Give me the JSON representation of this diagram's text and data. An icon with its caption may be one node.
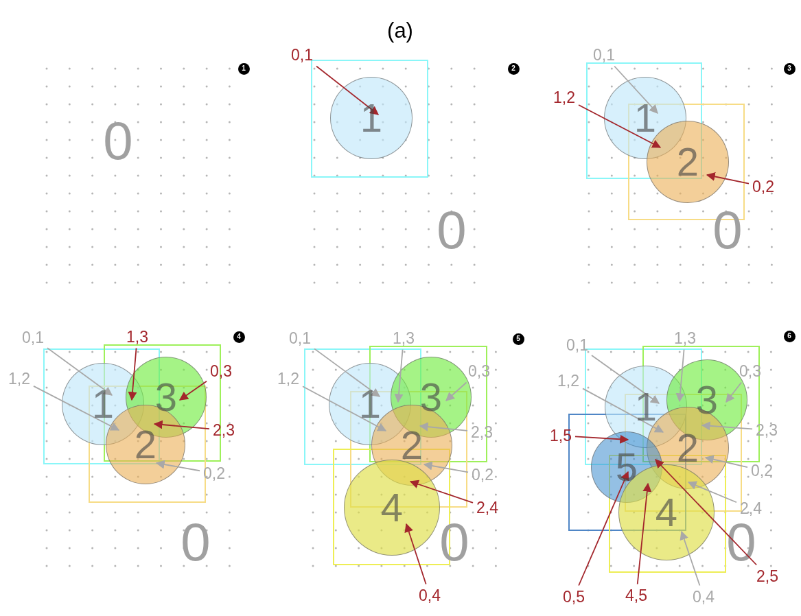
{
  "diagram": {
    "title": "(a)",
    "nodes": [
      {
        "text": [
          "1"
        ]
      },
      {
        "text": [
          "2"
        ]
      },
      {
        "text": [
          "1"
        ]
      },
      {
        "text": [
          "0,1"
        ]
      },
      {
        "text": [
          "3"
        ]
      },
      {
        "text": [
          "1"
        ]
      },
      {
        "text": [
          "2"
        ]
      },
      {
        "text": [
          "0,1"
        ]
      },
      {
        "text": [
          "1,2"
        ]
      },
      {
        "text": [
          "0,2"
        ]
      },
      {
        "text": [
          "4"
        ]
      },
      {
        "text": [
          "1"
        ]
      },
      {
        "text": [
          "3"
        ]
      },
      {
        "text": [
          "2"
        ]
      },
      {
        "text": [
          "0,1"
        ]
      },
      {
        "text": [
          "1,2"
        ]
      },
      {
        "text": [
          "1,3"
        ]
      },
      {
        "text": [
          "0,3"
        ]
      },
      {
        "text": [
          "2,3"
        ]
      },
      {
        "text": [
          "0,2"
        ]
      },
      {
        "text": [
          "5"
        ]
      },
      {
        "text": [
          "1"
        ]
      },
      {
        "text": [
          "3"
        ]
      },
      {
        "text": [
          "2"
        ]
      },
      {
        "text": [
          "4"
        ]
      },
      {
        "text": [
          "0,1"
        ]
      },
      {
        "text": [
          "1,2"
        ]
      },
      {
        "text": [
          "1,3"
        ]
      },
      {
        "text": [
          "0,3"
        ]
      },
      {
        "text": [
          "2,3"
        ]
      },
      {
        "text": [
          "0,2"
        ]
      },
      {
        "text": [
          "2,4"
        ]
      },
      {
        "text": [
          "0,4"
        ]
      },
      {
        "text": [
          "6"
        ]
      },
      {
        "text": [
          "1"
        ]
      },
      {
        "text": [
          "3"
        ]
      },
      {
        "text": [
          "2"
        ]
      },
      {
        "text": [
          "5"
        ]
      },
      {
        "text": [
          "4"
        ]
      },
      {
        "text": [
          "0,1"
        ]
      },
      {
        "text": [
          "1,2"
        ]
      },
      {
        "text": [
          "1,3"
        ]
      },
      {
        "text": [
          "0,3"
        ]
      },
      {
        "text": [
          "2,3"
        ]
      },
      {
        "text": [
          "0,2"
        ]
      },
      {
        "text": [
          "2,4"
        ]
      },
      {
        "text": [
          "0,4"
        ]
      },
      {
        "text": [
          "1,5"
        ]
      },
      {
        "text": [
          "0,5"
        ]
      },
      {
        "text": [
          "4,5"
        ]
      },
      {
        "text": [
          "2,5"
        ]
      }
    ],
    "edges": [
      {
        "from": 3,
        "to": 2,
        "arrow": "to",
        "color": "#a3262c"
      },
      {
        "from": 7,
        "to": 5,
        "arrow": "to"
      },
      {
        "from": 8,
        "to": 5,
        "arrow": "to",
        "color": "#a3262c"
      },
      {
        "from": 9,
        "to": 6,
        "arrow": "to",
        "color": "#a3262c"
      },
      {
        "from": 14,
        "to": 11,
        "arrow": "to"
      },
      {
        "from": 15,
        "to": 13,
        "arrow": "to"
      },
      {
        "from": 16,
        "to": 12,
        "arrow": "to",
        "color": "#a3262c"
      },
      {
        "from": 17,
        "to": 12,
        "arrow": "to",
        "color": "#a3262c"
      },
      {
        "from": 18,
        "to": 13,
        "arrow": "to",
        "color": "#a3262c"
      },
      {
        "from": 19,
        "to": 13,
        "arrow": "to"
      },
      {
        "from": 25,
        "to": 21,
        "arrow": "to"
      },
      {
        "from": 26,
        "to": 23,
        "arrow": "to"
      },
      {
        "from": 27,
        "to": 22,
        "arrow": "to"
      },
      {
        "from": 28,
        "to": 22,
        "arrow": "to"
      },
      {
        "from": 29,
        "to": 23,
        "arrow": "to"
      },
      {
        "from": 30,
        "to": 23,
        "arrow": "to"
      },
      {
        "from": 31,
        "to": 24,
        "arrow": "to",
        "color": "#a3262c"
      },
      {
        "from": 32,
        "to": 24,
        "arrow": "to",
        "color": "#a3262c"
      },
      {
        "from": 39,
        "to": 34,
        "arrow": "to"
      },
      {
        "from": 40,
        "to": 36,
        "arrow": "to"
      },
      {
        "from": 41,
        "to": 35,
        "arrow": "to"
      },
      {
        "from": 42,
        "to": 35,
        "arrow": "to"
      },
      {
        "from": 43,
        "to": 36,
        "arrow": "to"
      },
      {
        "from": 44,
        "to": 36,
        "arrow": "to"
      },
      {
        "from": 45,
        "to": 38,
        "arrow": "to"
      },
      {
        "from": 46,
        "to": 38,
        "arrow": "to"
      },
      {
        "from": 47,
        "to": 37,
        "arrow": "to",
        "color": "#a3262c"
      },
      {
        "from": 48,
        "to": 37,
        "arrow": "to",
        "color": "#a3262c"
      },
      {
        "from": 49,
        "to": 38,
        "arrow": "to",
        "color": "#a3262c"
      },
      {
        "from": 50,
        "to": 37,
        "arrow": "to",
        "color": "#a3262c"
      }
    ],
    "labels": [
      "0",
      "0",
      "0",
      "0",
      "0",
      "0"
    ]
  }
}
